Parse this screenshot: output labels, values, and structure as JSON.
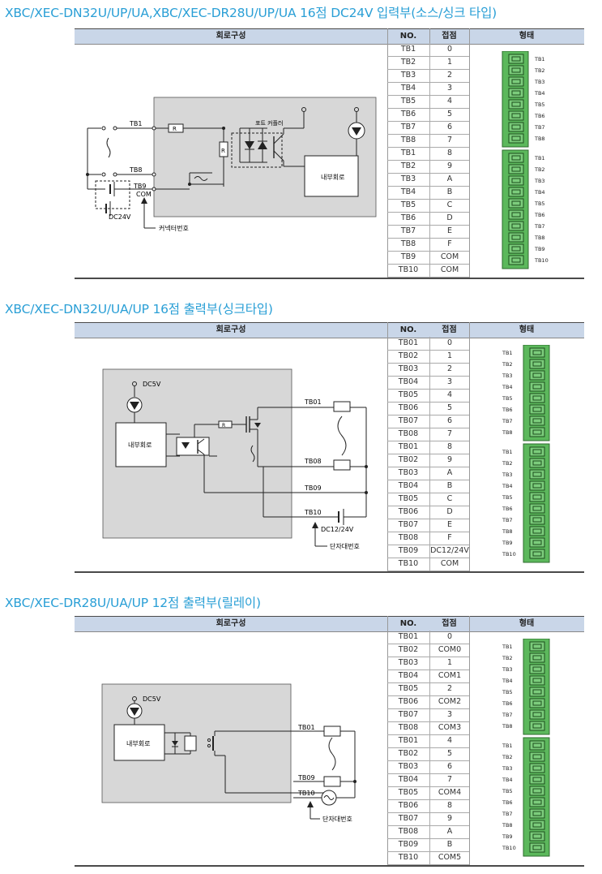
{
  "sections": [
    {
      "title": "XBC/XEC-DN32U/UP/UA,XBC/XEC-DR28U/UP/UA 16점 DC24V 입력부(소스/싱크 타입)",
      "headers": {
        "circuit": "회로구성",
        "no": "NO.",
        "point": "접점",
        "form": "형태"
      },
      "rows": [
        [
          "TB1",
          "0"
        ],
        [
          "TB2",
          "1"
        ],
        [
          "TB3",
          "2"
        ],
        [
          "TB4",
          "3"
        ],
        [
          "TB5",
          "4"
        ],
        [
          "TB6",
          "5"
        ],
        [
          "TB7",
          "6"
        ],
        [
          "TB8",
          "7"
        ],
        [
          "TB1",
          "8"
        ],
        [
          "TB2",
          "9"
        ],
        [
          "TB3",
          "A"
        ],
        [
          "TB4",
          "B"
        ],
        [
          "TB5",
          "C"
        ],
        [
          "TB6",
          "D"
        ],
        [
          "TB7",
          "E"
        ],
        [
          "TB8",
          "F"
        ],
        [
          "TB9",
          "COM"
        ],
        [
          "TB10",
          "COM"
        ]
      ],
      "diagram": {
        "tb1": "TB1",
        "tb8": "TB8",
        "tb9": "TB9",
        "com": "COM",
        "r": "R",
        "photocoupler": "포트 커플러",
        "internal": "내부회로",
        "dc": "DC24V",
        "connector_no": "커넥터번호"
      },
      "connector": {
        "block1": [
          "TB1",
          "TB2",
          "TB3",
          "TB4",
          "TB5",
          "TB6",
          "TB7",
          "TB8"
        ],
        "block2": [
          "TB1",
          "TB2",
          "TB3",
          "TB4",
          "TB5",
          "TB6",
          "TB7",
          "TB8",
          "TB9",
          "TB10"
        ]
      }
    },
    {
      "title": "XBC/XEC-DN32U/UA/UP 16점 출력부(싱크타입)",
      "headers": {
        "circuit": "회로구성",
        "no": "NO.",
        "point": "접점",
        "form": "형태"
      },
      "rows": [
        [
          "TB01",
          "0"
        ],
        [
          "TB02",
          "1"
        ],
        [
          "TB03",
          "2"
        ],
        [
          "TB04",
          "3"
        ],
        [
          "TB05",
          "4"
        ],
        [
          "TB06",
          "5"
        ],
        [
          "TB07",
          "6"
        ],
        [
          "TB08",
          "7"
        ],
        [
          "TB01",
          "8"
        ],
        [
          "TB02",
          "9"
        ],
        [
          "TB03",
          "A"
        ],
        [
          "TB04",
          "B"
        ],
        [
          "TB05",
          "C"
        ],
        [
          "TB06",
          "D"
        ],
        [
          "TB07",
          "E"
        ],
        [
          "TB08",
          "F"
        ],
        [
          "TB09",
          "DC12/24V"
        ],
        [
          "TB10",
          "COM"
        ]
      ],
      "diagram": {
        "dc5v": "DC5V",
        "internal": "내부회로",
        "r": "R",
        "tb01": "TB01",
        "tb08": "TB08",
        "tb09": "TB09",
        "tb10": "TB10",
        "dc": "DC12/24V",
        "terminal_no": "단자대번호"
      },
      "connector": {
        "block1": [
          "TB1",
          "TB2",
          "TB3",
          "TB4",
          "TB5",
          "TB6",
          "TB7",
          "TB8"
        ],
        "block2": [
          "TB1",
          "TB2",
          "TB3",
          "TB4",
          "TB5",
          "TB6",
          "TB7",
          "TB8",
          "TB9",
          "TB10"
        ]
      }
    },
    {
      "title": "XBC/XEC-DR28U/UA/UP 12점 출력부(릴레이)",
      "headers": {
        "circuit": "회로구성",
        "no": "NO.",
        "point": "접점",
        "form": "형태"
      },
      "rows": [
        [
          "TB01",
          "0"
        ],
        [
          "TB02",
          "COM0"
        ],
        [
          "TB03",
          "1"
        ],
        [
          "TB04",
          "COM1"
        ],
        [
          "TB05",
          "2"
        ],
        [
          "TB06",
          "COM2"
        ],
        [
          "TB07",
          "3"
        ],
        [
          "TB08",
          "COM3"
        ],
        [
          "TB01",
          "4"
        ],
        [
          "TB02",
          "5"
        ],
        [
          "TB03",
          "6"
        ],
        [
          "TB04",
          "7"
        ],
        [
          "TB05",
          "COM4"
        ],
        [
          "TB06",
          "8"
        ],
        [
          "TB07",
          "9"
        ],
        [
          "TB08",
          "A"
        ],
        [
          "TB09",
          "B"
        ],
        [
          "TB10",
          "COM5"
        ]
      ],
      "diagram": {
        "dc5v": "DC5V",
        "internal": "내부회로",
        "tb01": "TB01",
        "tb09": "TB09",
        "tb10": "TB10",
        "terminal_no": "단자대번호"
      },
      "connector": {
        "block1": [
          "TB1",
          "TB2",
          "TB3",
          "TB4",
          "TB5",
          "TB6",
          "TB7",
          "TB8"
        ],
        "block2": [
          "TB1",
          "TB2",
          "TB3",
          "TB4",
          "TB5",
          "TB6",
          "TB7",
          "TB8",
          "TB9",
          "TB10"
        ]
      }
    }
  ],
  "colors": {
    "title": "#2a9fd6",
    "header_bg": "#c9d6e8",
    "connector_green": "#5cb85c",
    "diagram_bg": "#d7d7d7"
  }
}
